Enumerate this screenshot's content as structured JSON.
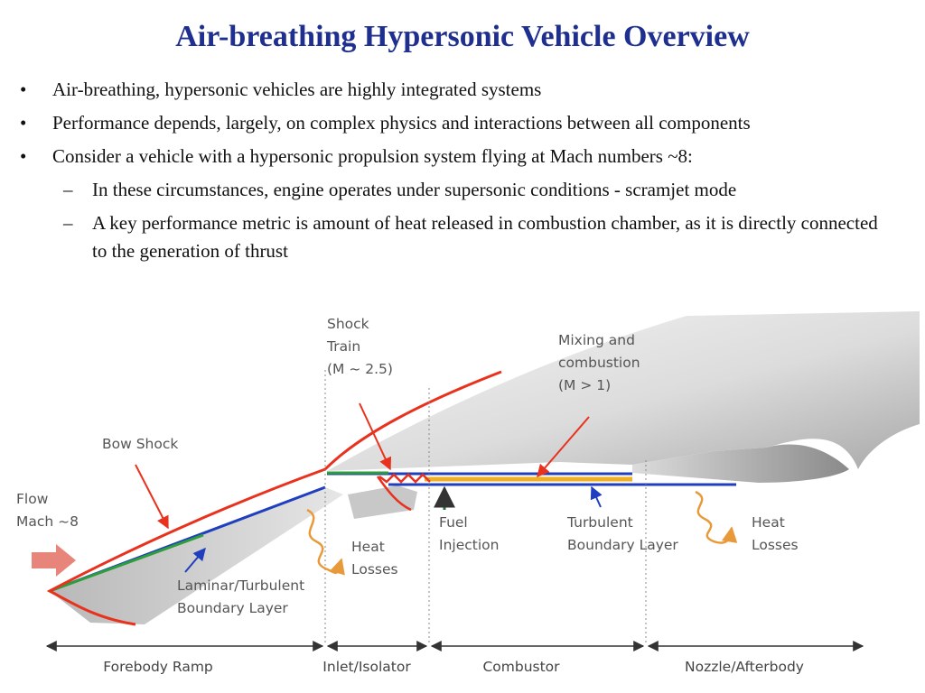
{
  "title": "Air-breathing Hypersonic Vehicle Overview",
  "bullet_symbol": "•",
  "dash_symbol": "–",
  "bullets": [
    "Air-breathing, hypersonic vehicles are highly integrated systems",
    "Performance depends, largely, on complex physics and interactions between all components",
    "Consider a vehicle with a hypersonic propulsion system flying at Mach numbers ~8:"
  ],
  "sub_bullets": [
    "In these circumstances, engine operates under supersonic conditions - scramjet mode",
    "A key performance metric is amount of heat released in combustion chamber, as it is directly connected to the generation of thrust"
  ],
  "diagram": {
    "labels": {
      "shock_train": [
        "Shock",
        "Train",
        "(M ~ 2.5)"
      ],
      "mixing": [
        "Mixing and",
        "combustion",
        "(M > 1)"
      ],
      "bow_shock": "Bow Shock",
      "flow": [
        "Flow",
        "Mach ~8"
      ],
      "heat_losses_1": [
        "Heat",
        "Losses"
      ],
      "heat_losses_2": [
        "Heat",
        "Losses"
      ],
      "fuel_injection": [
        "Fuel",
        "Injection"
      ],
      "turbulent_bl": [
        "Turbulent",
        "Boundary Layer"
      ],
      "laminar_bl": [
        "Laminar/Turbulent",
        "Boundary Layer"
      ]
    },
    "sections": [
      "Forebody Ramp",
      "Inlet/Isolator",
      "Combustor",
      "Nozzle/Afterbody"
    ],
    "colors": {
      "shock": "#e8321e",
      "boundary_layer": "#1f3fbf",
      "laminar": "#2e9e3a",
      "heat": "#e89a3a",
      "fuel": "#1c7c2e",
      "flow_arrow": "#e8857a",
      "combustion": "#f0b020"
    }
  }
}
